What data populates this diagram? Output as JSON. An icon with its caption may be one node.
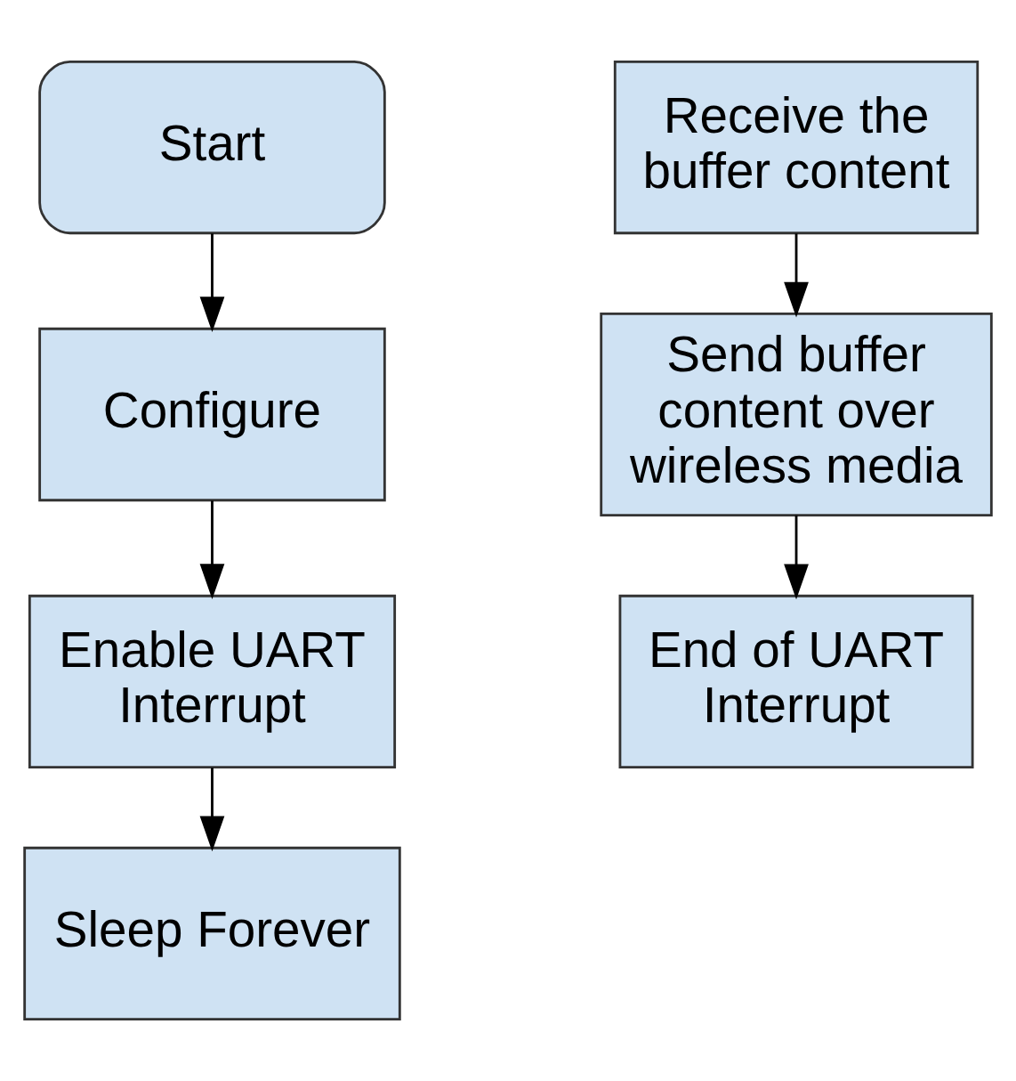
{
  "diagram": {
    "nodes": [
      {
        "text": [
          "Start"
        ]
      },
      {
        "text": [
          "Configure"
        ]
      },
      {
        "text": [
          "Enable UART Interrupt"
        ]
      },
      {
        "text": [
          "Sleep Forever"
        ]
      },
      {
        "text": [
          "Receive the buffer content"
        ]
      },
      {
        "text": [
          "Send buffer content over wireless media"
        ]
      },
      {
        "text": [
          "End of UART Interrupt"
        ]
      }
    ],
    "edges": [
      {
        "from": 0,
        "to": 1,
        "arrow": "to"
      },
      {
        "from": 1,
        "to": 2,
        "arrow": "to"
      },
      {
        "from": 2,
        "to": 3,
        "arrow": "to"
      },
      {
        "from": 4,
        "to": 5,
        "arrow": "to"
      },
      {
        "from": 5,
        "to": 6,
        "arrow": "to"
      }
    ]
  }
}
